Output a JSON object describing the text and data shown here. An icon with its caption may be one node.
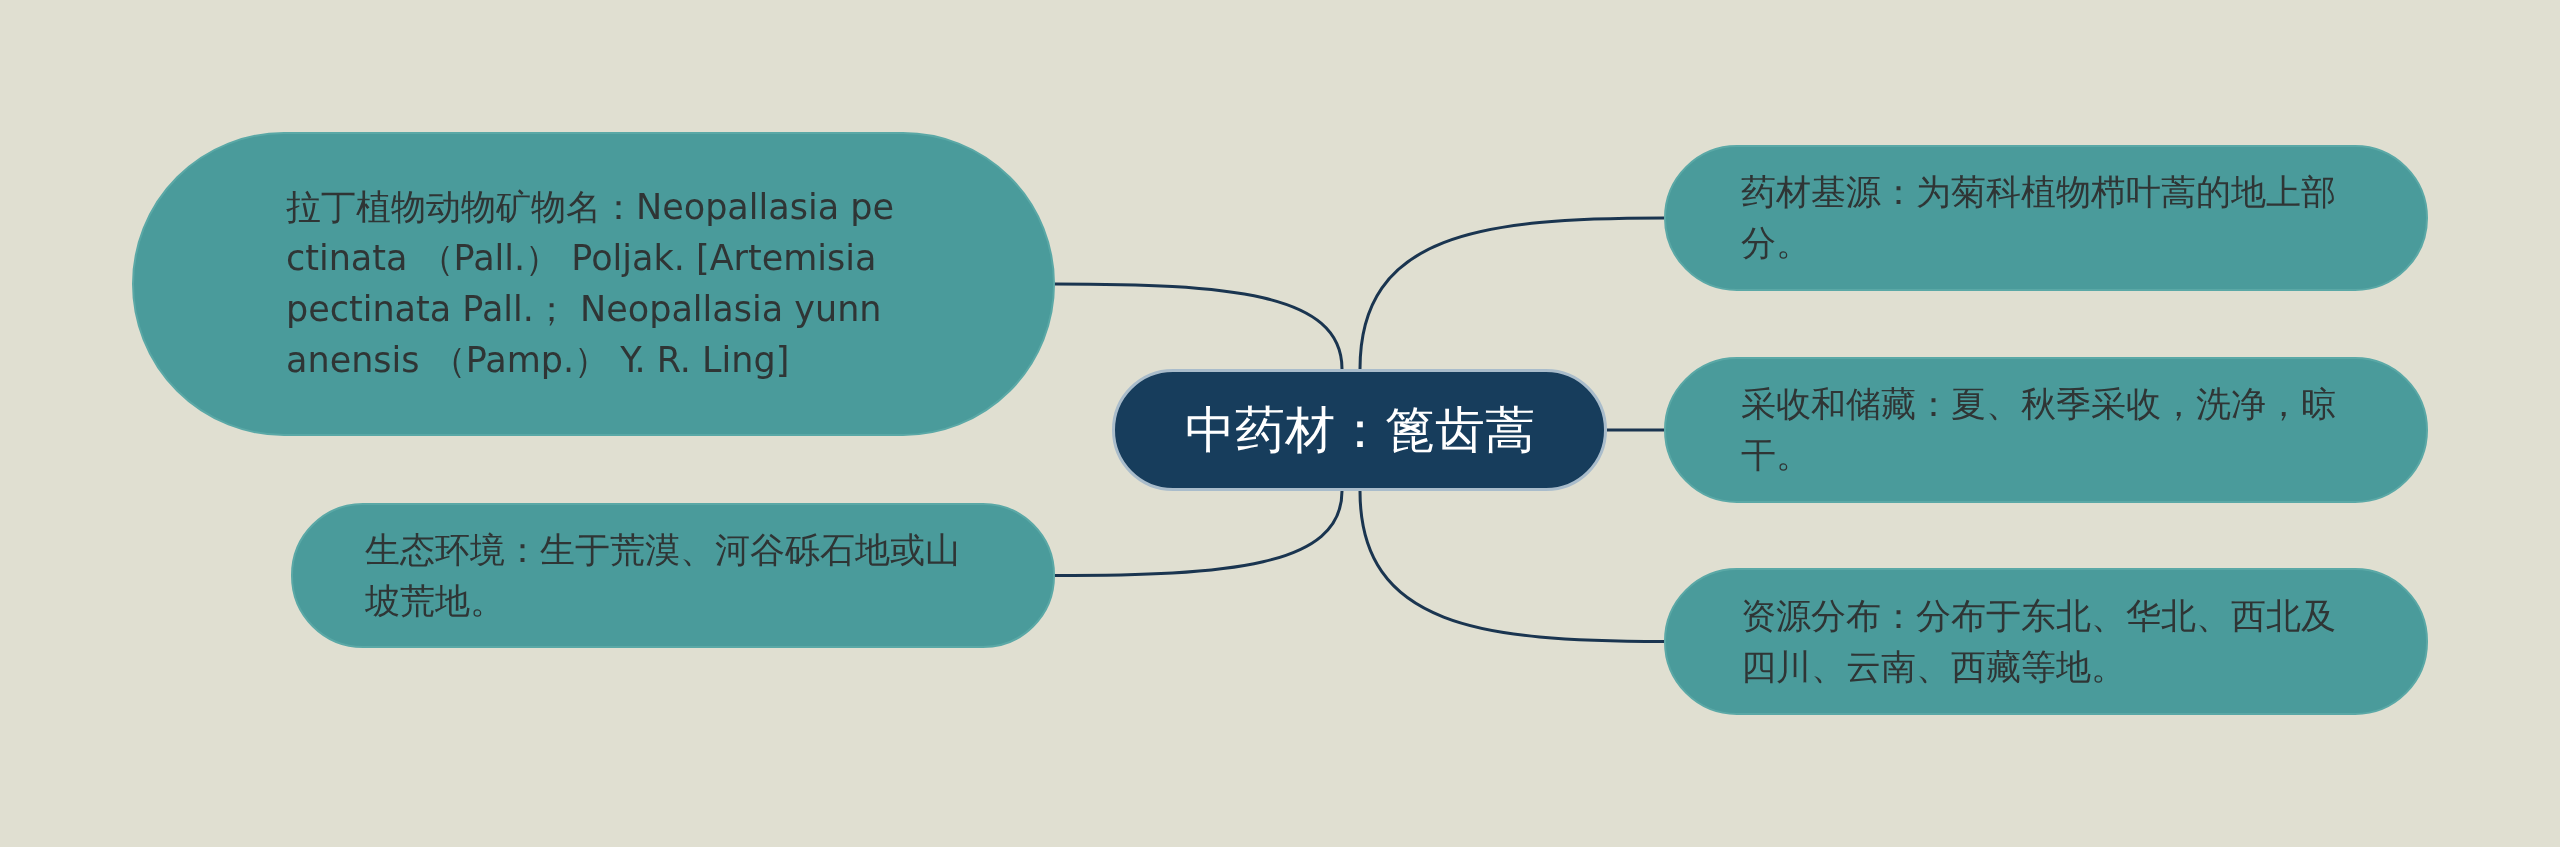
{
  "diagram": {
    "nodes": [
      {
        "text": [
          "中药材：篦齿蒿"
        ]
      },
      {
        "text": [
          "拉丁植物动物矿物名：Neopallasia pectinata （Pall.） Poljak. [Artemisia pectinata Pall.； Neopallasia yunnanensis （Pamp.） Y. R. Ling]"
        ]
      },
      {
        "text": [
          "生态环境：生于荒漠、河谷砾石地或山坡荒地。"
        ]
      },
      {
        "text": [
          "药材基源：为菊科植物栉叶蒿的地上部分。"
        ]
      },
      {
        "text": [
          "采收和储藏：夏、秋季采收，洗净，晾干。"
        ]
      },
      {
        "text": [
          "资源分布：分布于东北、华北、西北及四川、云南、西藏等地。"
        ]
      }
    ],
    "edges": [
      {
        "from": 0,
        "to": 1,
        "arrow": "none"
      },
      {
        "from": 0,
        "to": 2,
        "arrow": "none"
      },
      {
        "from": 0,
        "to": 3,
        "arrow": "none"
      },
      {
        "from": 0,
        "to": 4,
        "arrow": "none"
      },
      {
        "from": 0,
        "to": 5,
        "arrow": "none"
      }
    ]
  }
}
